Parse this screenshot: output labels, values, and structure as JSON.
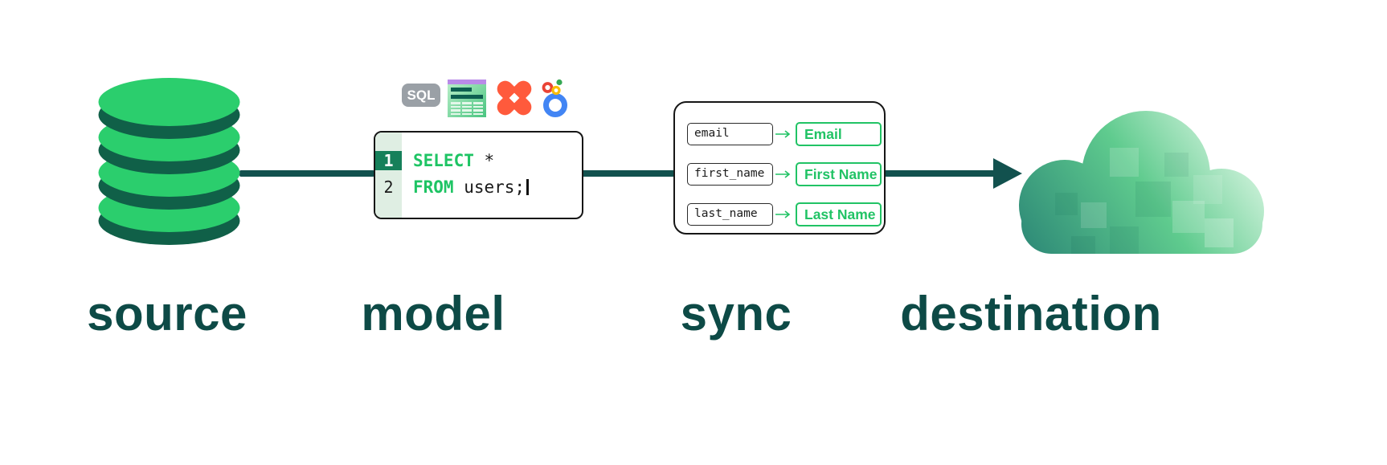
{
  "diagram": {
    "stages": [
      {
        "id": "source",
        "label": "source"
      },
      {
        "id": "model",
        "label": "model"
      },
      {
        "id": "sync",
        "label": "sync"
      },
      {
        "id": "destination",
        "label": "destination"
      }
    ]
  },
  "model": {
    "sql_badge": "SQL",
    "icons": [
      "sql-badge",
      "spreadsheet-icon",
      "dbt-icon",
      "looker-icon"
    ],
    "code": {
      "lines": [
        {
          "number": "1",
          "keyword": "SELECT",
          "rest": " *"
        },
        {
          "number": "2",
          "keyword": "FROM",
          "rest": " users;"
        }
      ],
      "cursor": "|"
    }
  },
  "sync": {
    "rows": [
      {
        "source": "email",
        "target": "Email"
      },
      {
        "source": "first_name",
        "target": "First Name"
      },
      {
        "source": "last_name",
        "target": "Last Name"
      }
    ]
  },
  "colors": {
    "arrow_teal": "#12514e",
    "label_teal": "#0d4a46",
    "keyword_green": "#1ec464",
    "mapping_green": "#21c365",
    "db_green": "#2bce6d",
    "db_side_green": "#106048",
    "gutter_bg": "#dfeee3",
    "active_line_green": "#16805a",
    "sql_badge_gray": "#9aa0a6",
    "sheet_purple": "#b98be8",
    "dbt_orange": "#ff5a3c",
    "looker_blue": "#4285f4",
    "cloud_dark": "#2e8a77",
    "cloud_mid": "#5fcb8e",
    "cloud_light": "#effdf1"
  }
}
